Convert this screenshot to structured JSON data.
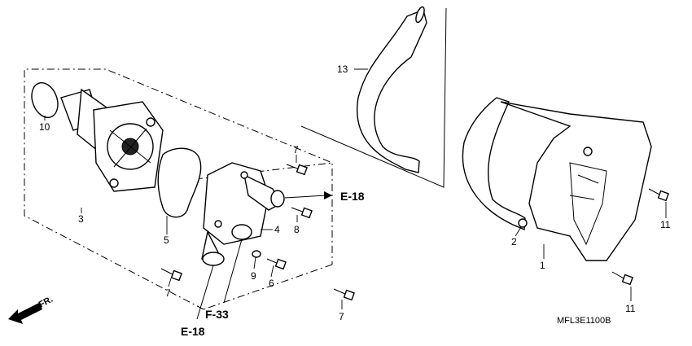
{
  "diagram": {
    "callouts": [
      "1",
      "2",
      "3",
      "4",
      "5",
      "6",
      "7",
      "8",
      "9",
      "10",
      "11",
      "13"
    ],
    "labels": {
      "p1": "1",
      "p2": "2",
      "p3": "3",
      "p4": "4",
      "p5": "5",
      "p6": "6",
      "p7a": "7",
      "p7b": "7",
      "p7c": "7",
      "p8": "8",
      "p9": "9",
      "p10": "10",
      "p11a": "11",
      "p11b": "11",
      "p13": "13"
    },
    "refs": {
      "e18_right": "E-18",
      "e18_bottom": "E-18",
      "f33": "F-33"
    },
    "direction_label": "FR.",
    "drawing_code": "MFL3E1100B"
  }
}
